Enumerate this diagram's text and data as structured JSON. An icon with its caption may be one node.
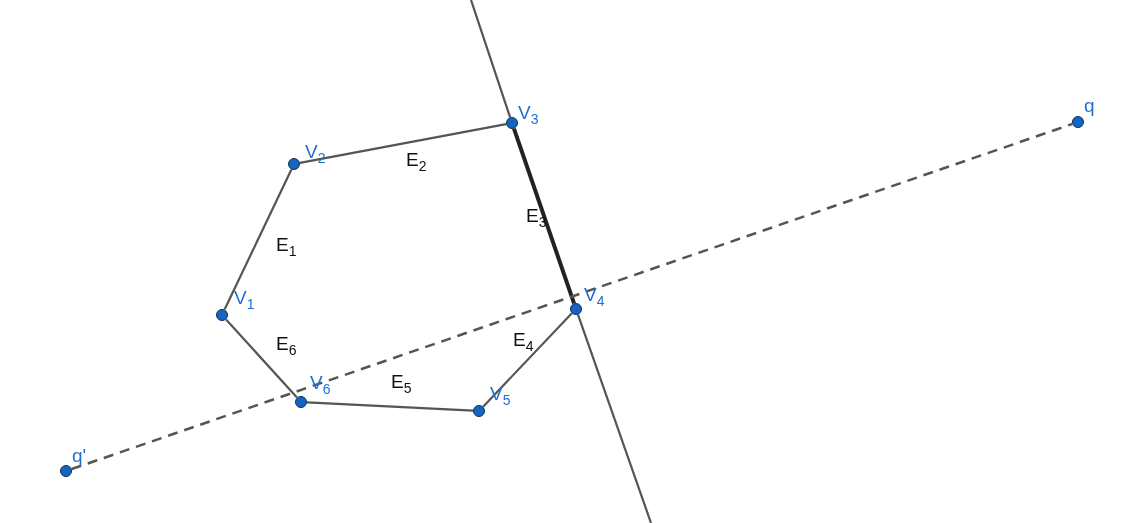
{
  "diagram": {
    "nodes": [
      {
        "text": [],
        "shape": "circle",
        "beside": [
          "V$_{1}$"
        ]
      },
      {
        "text": [],
        "shape": "circle",
        "beside": [
          "V$_{2}$"
        ]
      },
      {
        "text": [],
        "shape": "circle",
        "beside": [
          "V$_{3}$"
        ]
      },
      {
        "text": [],
        "shape": "circle",
        "beside": [
          "V$_{4}$"
        ]
      },
      {
        "text": [],
        "shape": "circle",
        "beside": [
          "V$_{5}$"
        ]
      },
      {
        "text": [],
        "shape": "circle",
        "beside": [
          "V$_{6}$"
        ]
      },
      {
        "text": [],
        "shape": "circle",
        "beside": [
          "q"
        ]
      },
      {
        "text": [],
        "shape": "circle",
        "beside": [
          "q'"
        ]
      }
    ],
    "edges": [
      {
        "from": 0,
        "to": 1,
        "arrow": "none",
        "label": "E$_{1}$"
      },
      {
        "from": 1,
        "to": 2,
        "arrow": "none",
        "label": "E$_{2}$"
      },
      {
        "from": 2,
        "to": 3,
        "arrow": "none",
        "label": "E$_{3}$",
        "style": "thick",
        "color": "#222222"
      },
      {
        "from": 3,
        "to": 4,
        "arrow": "none",
        "label": "E$_{4}$"
      },
      {
        "from": 4,
        "to": 5,
        "arrow": "none",
        "label": "E$_{5}$"
      },
      {
        "from": 5,
        "to": 0,
        "arrow": "none",
        "label": "E$_{6}$"
      },
      {
        "from": 7,
        "to": 6,
        "arrow": "none",
        "style": "dashed"
      },
      {
        "from": null,
        "to": 2,
        "arrow": "none"
      },
      {
        "from": 3,
        "to": null,
        "arrow": "none"
      }
    ]
  }
}
